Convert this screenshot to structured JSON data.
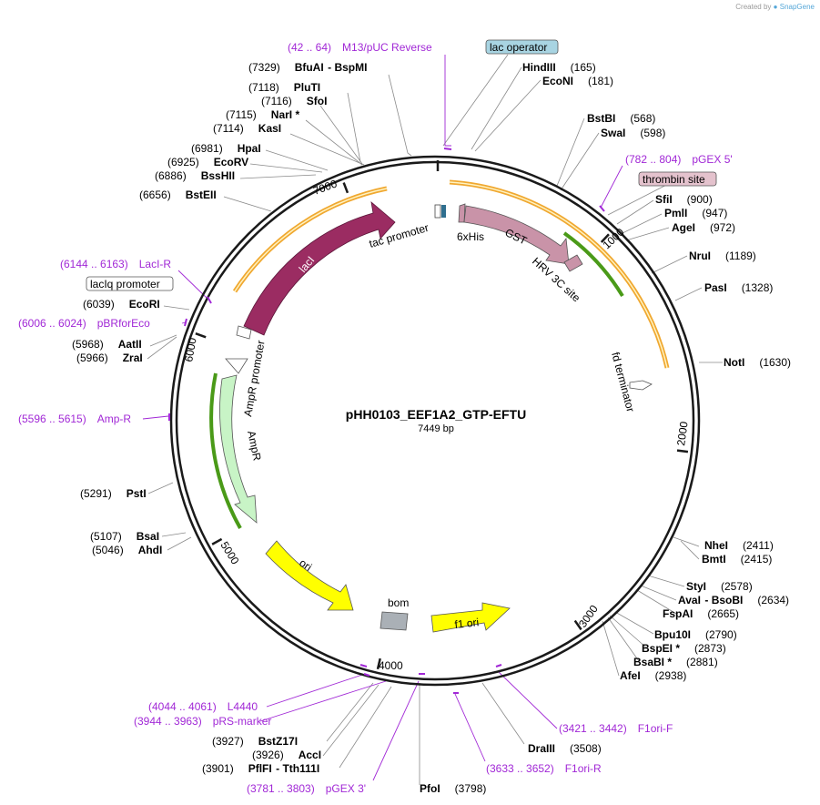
{
  "credit": {
    "prefix": "Created by",
    "brand": "SnapGene"
  },
  "plasmid": {
    "name": "pHH0103_EEF1A2_GTP-EFTU",
    "length": "7449 bp"
  },
  "ticks": [
    {
      "label": "1000",
      "deg": 43
    },
    {
      "label": "2000",
      "deg": 97
    },
    {
      "label": "3000",
      "deg": 145
    },
    {
      "label": "4000",
      "deg": 193
    },
    {
      "label": "5000",
      "deg": 241
    },
    {
      "label": "6000",
      "deg": 290
    },
    {
      "label": "7000",
      "deg": 339
    }
  ],
  "enzymes": [
    {
      "name": "BfuAI",
      "pos": "(7329)",
      "pos_left": true,
      "suffix": "- BspMI"
    },
    {
      "name": "PluTI",
      "pos": "(7118)",
      "pos_left": true
    },
    {
      "name": "SfoI",
      "pos": "(7116)",
      "pos_left": true
    },
    {
      "name": "NarI *",
      "pos": "(7115)",
      "pos_left": true
    },
    {
      "name": "KasI",
      "pos": "(7114)",
      "pos_left": true
    },
    {
      "name": "HpaI",
      "pos": "(6981)",
      "pos_left": true
    },
    {
      "name": "EcoRV",
      "pos": "(6925)",
      "pos_left": true
    },
    {
      "name": "BssHII",
      "pos": "(6886)",
      "pos_left": true
    },
    {
      "name": "BstEII",
      "pos": "(6656)",
      "pos_left": true
    },
    {
      "name": "EcoRI",
      "pos": "(6039)",
      "pos_left": true
    },
    {
      "name": "AatII",
      "pos": "(5968)",
      "pos_left": true
    },
    {
      "name": "ZraI",
      "pos": "(5966)",
      "pos_left": true
    },
    {
      "name": "PstI",
      "pos": "(5291)",
      "pos_left": true
    },
    {
      "name": "BsaI",
      "pos": "(5107)",
      "pos_left": true
    },
    {
      "name": "AhdI",
      "pos": "(5046)",
      "pos_left": true
    },
    {
      "name": "BstZ17I",
      "pos": "(3927)",
      "pos_left": true
    },
    {
      "name": "AccI",
      "pos": "(3926)",
      "pos_left": true
    },
    {
      "name": "PflFI",
      "pos": "(3901)",
      "pos_left": true,
      "suffix": "- Tth111I"
    },
    {
      "name": "PfoI",
      "pos": "(3798)",
      "pos_left": false
    },
    {
      "name": "DraIII",
      "pos": "(3508)",
      "pos_left": false
    },
    {
      "name": "AfeI",
      "pos": "(2938)",
      "pos_left": false
    },
    {
      "name": "BsaBI *",
      "pos": "(2881)",
      "pos_left": false
    },
    {
      "name": "BspEI *",
      "pos": "(2873)",
      "pos_left": false
    },
    {
      "name": "Bpu10I",
      "pos": "(2790)",
      "pos_left": false
    },
    {
      "name": "FspAI",
      "pos": "(2665)",
      "pos_left": false
    },
    {
      "name": "AvaI",
      "pos": "(2634)",
      "pos_left": false,
      "suffix": "- BsoBI"
    },
    {
      "name": "StyI",
      "pos": "(2578)",
      "pos_left": false
    },
    {
      "name": "BmtI",
      "pos": "(2415)",
      "pos_left": false
    },
    {
      "name": "NheI",
      "pos": "(2411)",
      "pos_left": false
    },
    {
      "name": "NotI",
      "pos": "(1630)",
      "pos_left": false
    },
    {
      "name": "PasI",
      "pos": "(1328)",
      "pos_left": false
    },
    {
      "name": "NruI",
      "pos": "(1189)",
      "pos_left": false
    },
    {
      "name": "AgeI",
      "pos": "(972)",
      "pos_left": false
    },
    {
      "name": "PmlI",
      "pos": "(947)",
      "pos_left": false
    },
    {
      "name": "SfiI",
      "pos": "(900)",
      "pos_left": false
    },
    {
      "name": "SwaI",
      "pos": "(598)",
      "pos_left": false
    },
    {
      "name": "BstBI",
      "pos": "(568)",
      "pos_left": false
    },
    {
      "name": "EcoNI",
      "pos": "(181)",
      "pos_left": false
    },
    {
      "name": "HindIII",
      "pos": "(165)",
      "pos_left": false
    }
  ],
  "primers": [
    {
      "range": "(42 .. 64)",
      "name": "M13/pUC Reverse"
    },
    {
      "range": "(782 .. 804)",
      "name": "pGEX 5'"
    },
    {
      "range": "(6144 .. 6163)",
      "name": "LacI-R"
    },
    {
      "range": "(6006 .. 6024)",
      "name": "pBRforEco"
    },
    {
      "range": "(5596 .. 5615)",
      "name": "Amp-R"
    },
    {
      "range": "(4044 .. 4061)",
      "name": "L4440"
    },
    {
      "range": "(3944 .. 3963)",
      "name": "pRS-marker"
    },
    {
      "range": "(3781 .. 3803)",
      "name": "pGEX 3'"
    },
    {
      "range": "(3633 .. 3652)",
      "name": "F1ori-R"
    },
    {
      "range": "(3421 .. 3442)",
      "name": "F1ori-F"
    }
  ],
  "boxed_features": [
    {
      "label": "lac operator",
      "fill": "#a8d4e2"
    },
    {
      "label": "thrombin site",
      "fill": "#e4c2cd"
    },
    {
      "label": "lacIq promoter",
      "fill": "#ffffff"
    }
  ],
  "features": {
    "laci": "lacI",
    "tac": "tac promoter",
    "hisTag": "6xHis",
    "gst": "GST",
    "hrv": "HRV 3C site",
    "fd": "fd terminator",
    "ampPromoter": "AmpR promoter",
    "ampR": "AmpR",
    "ori": "ori",
    "bom": "bom",
    "f1ori": "f1 ori"
  },
  "colors": {
    "backbone": "#1a1a1a",
    "primer": "#a128d6",
    "lacI": "#9b2c62",
    "gst": "#c993a8",
    "ampR": "#c8f4c6",
    "ori": "#ffff00",
    "bom": "#aab0b6",
    "orf_orange": "#f0a830",
    "orf_green": "#4a9a18"
  }
}
